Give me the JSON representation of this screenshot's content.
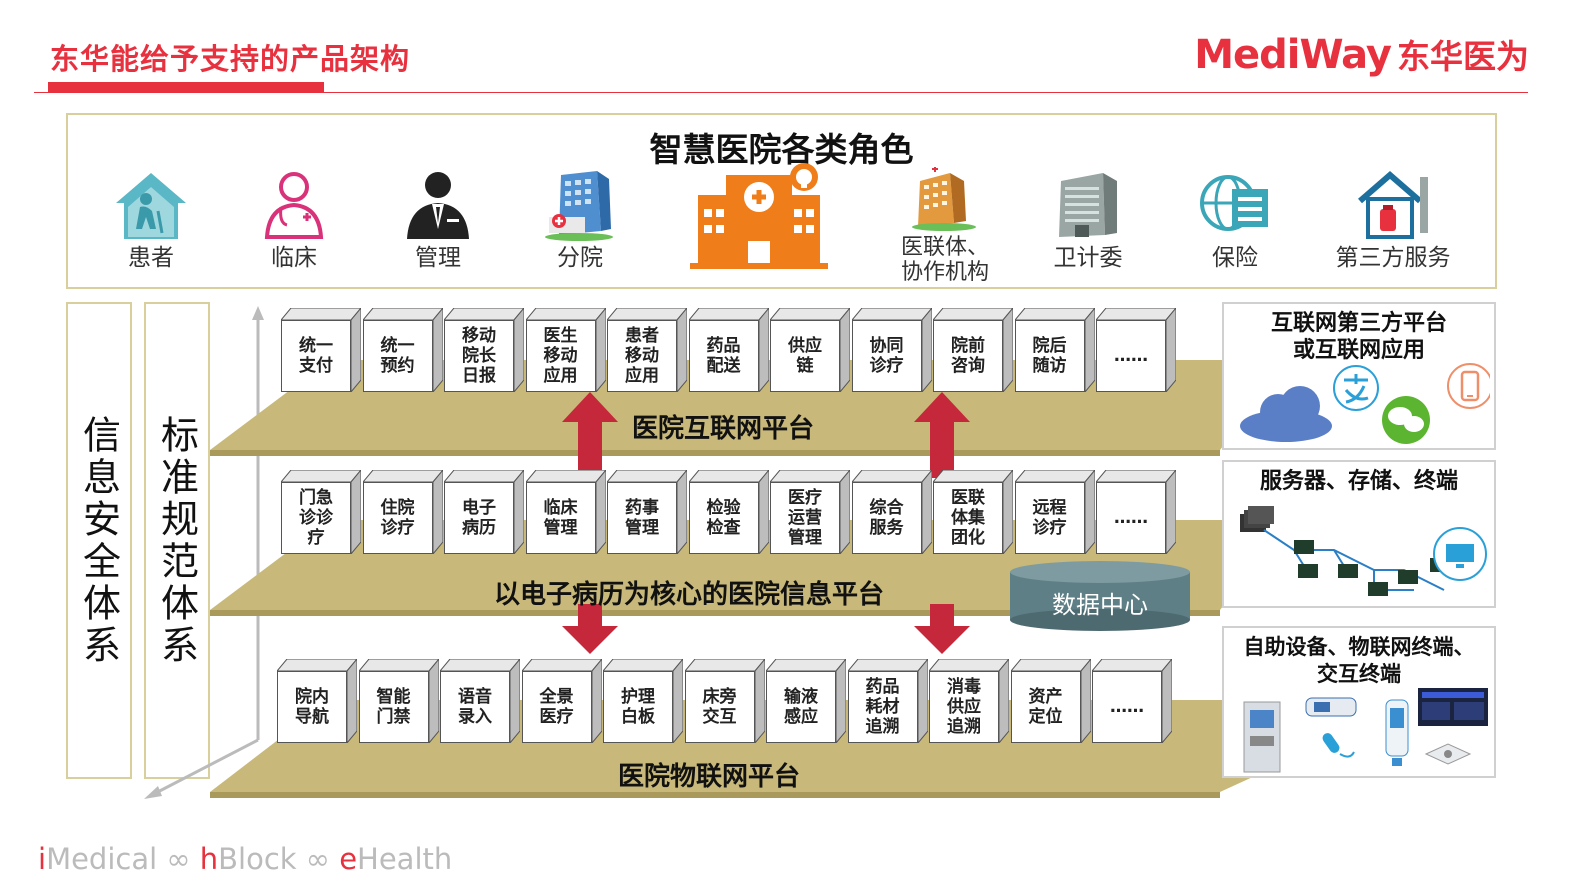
{
  "header": {
    "title": "东华能给予支持的产品架构",
    "brand_logo": "MediWay",
    "brand_cn": "东华医为"
  },
  "roles": {
    "title": "智慧医院各类角色",
    "items": [
      {
        "label": "患者",
        "icon": "patient-house-icon"
      },
      {
        "label": "临床",
        "icon": "doctor-icon"
      },
      {
        "label": "管理",
        "icon": "manager-icon"
      },
      {
        "label": "分院",
        "icon": "branch-hospital-icon"
      },
      {
        "label": "",
        "icon": "hospital-icon"
      },
      {
        "label": "医联体、\n协作机构",
        "icon": "hospital-alliance-icon"
      },
      {
        "label": "卫计委",
        "icon": "government-building-icon"
      },
      {
        "label": "保险",
        "icon": "insurance-icon"
      },
      {
        "label": "第三方服务",
        "icon": "third-party-service-icon"
      }
    ]
  },
  "side": {
    "security": "信息安全体系",
    "standards": "标准规范体系"
  },
  "internet_platform": {
    "label": "医院互联网平台",
    "modules": [
      "统一\n支付",
      "统一\n预约",
      "移动\n院长\n日报",
      "医生\n移动\n应用",
      "患者\n移动\n应用",
      "药品\n配送",
      "供应\n链",
      "协同\n诊疗",
      "院前\n咨询",
      "院后\n随访",
      "……"
    ]
  },
  "info_platform": {
    "label": "以电子病历为核心的医院信息平台",
    "modules": [
      "门急\n诊诊\n疗",
      "住院\n诊疗",
      "电子\n病历",
      "临床\n管理",
      "药事\n管理",
      "检验\n检查",
      "医疗\n运营\n管理",
      "综合\n服务",
      "医联\n体集\n团化",
      "远程\n诊疗",
      "……"
    ]
  },
  "data_center": "数据中心",
  "iot_platform": {
    "label": "医院物联网平台",
    "modules": [
      "院内\n导航",
      "智能\n门禁",
      "语音\n录入",
      "全景\n医疗",
      "护理\n白板",
      "床旁\n交互",
      "输液\n感应",
      "药品\n耗材\n追溯",
      "消毒\n供应\n追溯",
      "资产\n定位",
      "……"
    ]
  },
  "right_boxes": {
    "internet_apps": "互联网第三方平台\n或互联网应用",
    "servers": "服务器、存储、终端",
    "devices": "自助设备、物联网终端、\n交互终端"
  },
  "footer": {
    "part1_prefix": "i",
    "part1": "Medical",
    "sep1": " ∞ ",
    "part2_prefix": "h",
    "part2": "Block",
    "sep2": " ∞ ",
    "part3_prefix": "e",
    "part3": "Health"
  },
  "colors": {
    "accent": "#e8313f",
    "platform": "#c8b97a",
    "arrow": "#c4283a",
    "cylinder": "#5f7f86",
    "hospital_orange": "#ef7d1a",
    "teal": "#3aa6b8"
  }
}
